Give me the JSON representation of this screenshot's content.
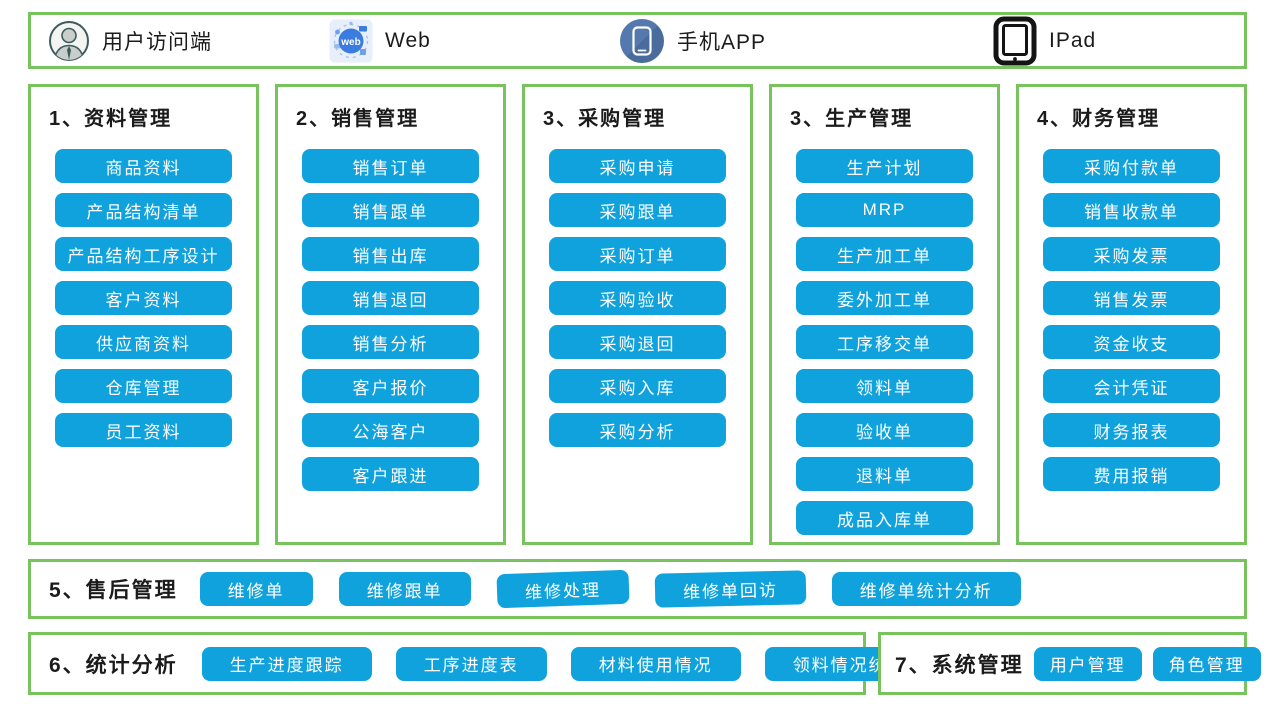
{
  "header": {
    "items": [
      {
        "icon": "user-icon",
        "label": "用户访问端"
      },
      {
        "icon": "web-icon",
        "label": "Web"
      },
      {
        "icon": "phone-icon",
        "label": "手机APP"
      },
      {
        "icon": "ipad-icon",
        "label": "IPad"
      }
    ]
  },
  "columns": [
    {
      "title": "1、资料管理",
      "buttons": [
        "商品资料",
        "产品结构清单",
        "产品结构工序设计",
        "客户资料",
        "供应商资料",
        "仓库管理",
        "员工资料"
      ]
    },
    {
      "title": "2、销售管理",
      "buttons": [
        "销售订单",
        "销售跟单",
        "销售出库",
        "销售退回",
        "销售分析",
        "客户报价",
        "公海客户",
        "客户跟进"
      ]
    },
    {
      "title": "3、采购管理",
      "buttons": [
        "采购申请",
        "采购跟单",
        "采购订单",
        "采购验收",
        "采购退回",
        "采购入库",
        "采购分析"
      ]
    },
    {
      "title": "3、生产管理",
      "buttons": [
        "生产计划",
        "MRP",
        "生产加工单",
        "委外加工单",
        "工序移交单",
        "领料单",
        "验收单",
        "退料单",
        "成品入库单"
      ]
    },
    {
      "title": "4、财务管理",
      "buttons": [
        "采购付款单",
        "销售收款单",
        "采购发票",
        "销售发票",
        "资金收支",
        "会计凭证",
        "财务报表",
        "费用报销"
      ]
    }
  ],
  "bottom_rows": {
    "after_sales": {
      "title": "5、售后管理",
      "buttons": [
        "维修单",
        "维修跟单",
        "维修处理",
        "维修单回访",
        "维修单统计分析"
      ]
    },
    "statistics": {
      "title": "6、统计分析",
      "buttons": [
        "生产进度跟踪",
        "工序进度表",
        "材料使用情况",
        "领料情况统计"
      ]
    },
    "system": {
      "title": "7、系统管理",
      "buttons": [
        "用户管理",
        "角色管理"
      ]
    }
  },
  "colors": {
    "button_blue": "#10a2dc",
    "border_green": "#79c35e",
    "phone_circle_blue": "#5379ae",
    "web_badge_blue": "#3b7ce0",
    "text_black": "#1b1b1b",
    "button_text": "#ffffff"
  }
}
